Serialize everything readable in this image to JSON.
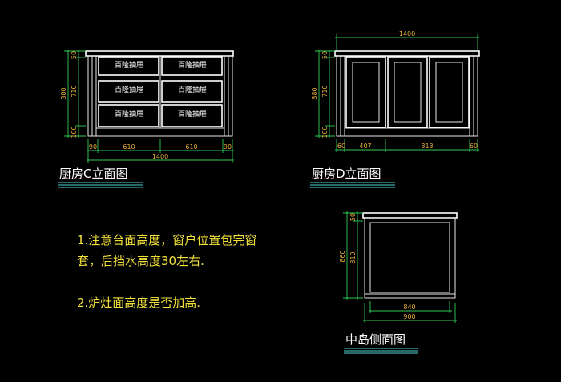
{
  "drawings": {
    "kitchen_c": {
      "title": "厨房C立面图",
      "drawer_label": "百隆抽屉",
      "dims_left": [
        "50",
        "710",
        "880",
        "100"
      ],
      "dims_bottom": [
        "90",
        "610",
        "610",
        "90"
      ],
      "dim_total": "1400"
    },
    "kitchen_d": {
      "title": "厨房D立面图",
      "dim_top": "1400",
      "dims_left": [
        "50",
        "710",
        "880",
        "100"
      ],
      "dims_bottom": [
        "60",
        "407",
        "813",
        "60"
      ]
    },
    "island_side": {
      "title": "中岛侧面图",
      "dims_left": [
        "50",
        "810",
        "860"
      ],
      "dim_inner": "840",
      "dim_total": "900"
    }
  },
  "notes": {
    "line1": "1.注意台面高度，窗户位置包完窗",
    "line2": "套，后挡水高度30左右.",
    "line3": "2.炉灶面高度是否加高."
  }
}
